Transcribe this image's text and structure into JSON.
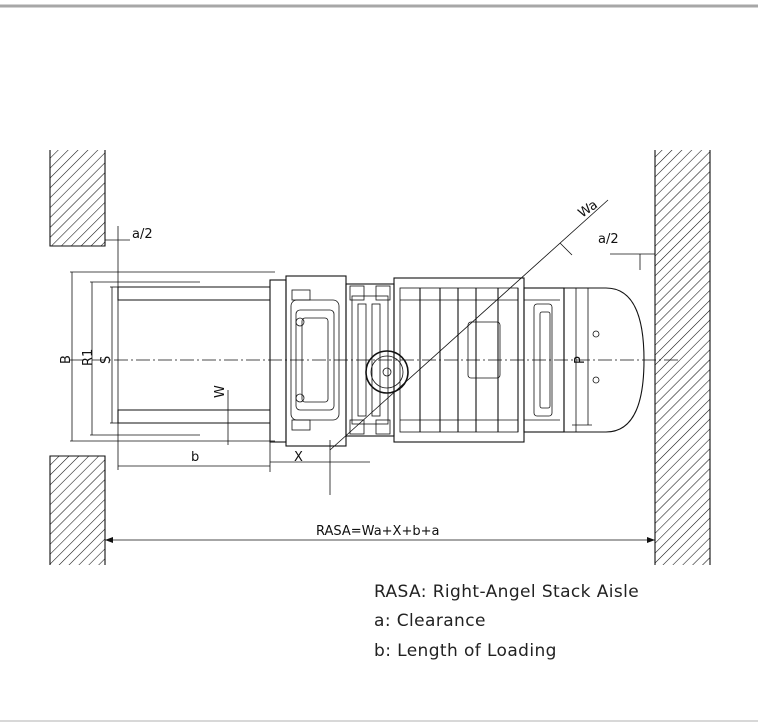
{
  "dimension_labels": {
    "a_half": "a/2",
    "wa": "Wa",
    "b_width": "B",
    "r1": "R1",
    "s": "S",
    "w": "W",
    "p": "P",
    "b_length": "b",
    "x": "X",
    "rasa_formula": "RASA=Wa+X+b+a"
  },
  "legend": {
    "rasa": "RASA: Right-Angel Stack Aisle",
    "a": "a: Clearance",
    "b": "b: Length of Loading"
  },
  "colors": {
    "line": "#111111",
    "background": "#ffffff",
    "frame": "#a7a7a7"
  }
}
